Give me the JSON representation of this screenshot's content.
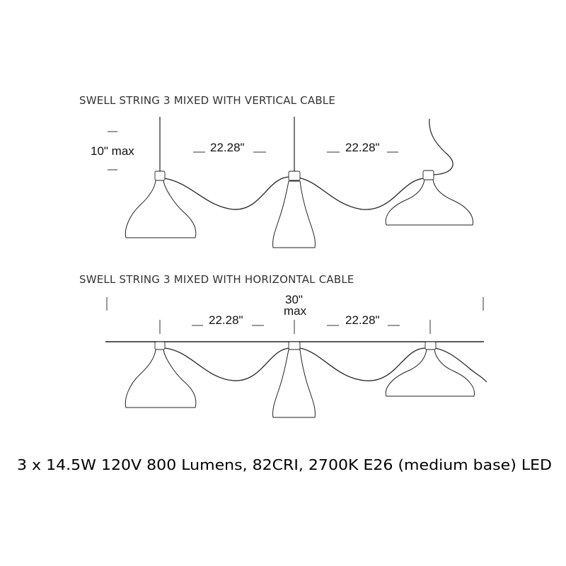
{
  "diagram": {
    "vertical_title": "SWELL STRING 3 MIXED WITH VERTICAL CABLE",
    "vertical_height_label": "10\" max",
    "vertical_spacing_left": "22.28\"",
    "vertical_spacing_right": "22.28\"",
    "horizontal_title": "SWELL STRING 3 MIXED WITH HORIZONTAL CABLE",
    "horizontal_width_label_line1": "30\"",
    "horizontal_width_label_line2": "max",
    "horizontal_spacing_left": "22.28\"",
    "horizontal_spacing_right": "22.28\""
  },
  "spec_line": "3 x 14.5W 120V 800 Lumens, 82CRI, 2700K E26 (medium base) LED"
}
